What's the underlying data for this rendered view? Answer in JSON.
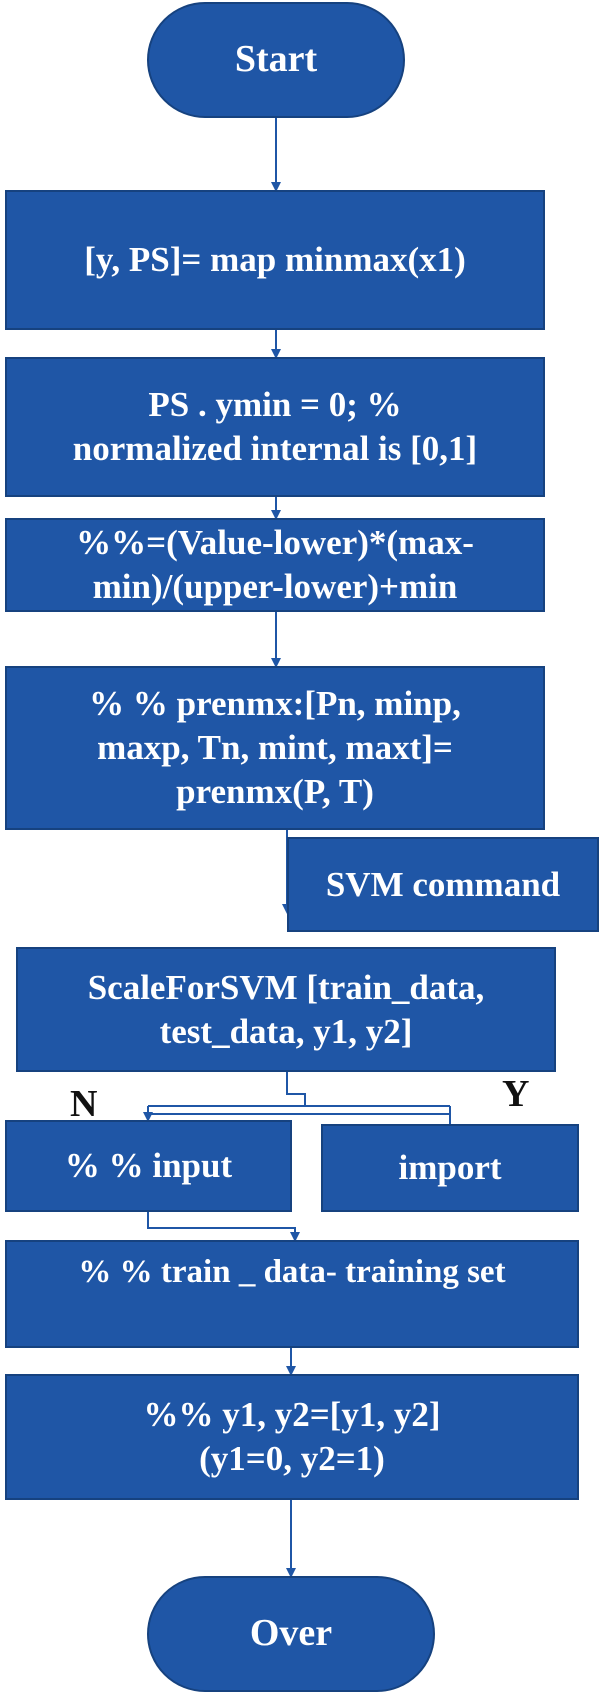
{
  "colors": {
    "box_fill": "#1f56a6",
    "box_border": "#16427f",
    "text": "#ffffff",
    "line": "#1f56a6"
  },
  "nodes": {
    "start": "Start",
    "map_minmax": "[y,  PS]= map minmax(x1)",
    "ps_ymin": "PS . ymin = 0;  %\nnormalized internal is [0,1]",
    "formula": "%%=(Value-lower)*(max-\nmin)/(upper-lower)+min",
    "prenmx": "% % prenmx:[Pn,  minp,\nmaxp,  Tn,  mint,  maxt]=\nprenmx(P,  T)",
    "svm_command": "SVM command",
    "scale_for_svm": "ScaleForSVM [train_data,\ntest_data,  y1,  y2]",
    "input": "% % input",
    "import": "import",
    "train_data": "% % train _ data- training set",
    "y1y2": "%% y1,  y2=[y1,  y2]\n(y1=0,  y2=1)",
    "over": "Over"
  },
  "branch_labels": {
    "no": "N",
    "yes": "Y"
  }
}
